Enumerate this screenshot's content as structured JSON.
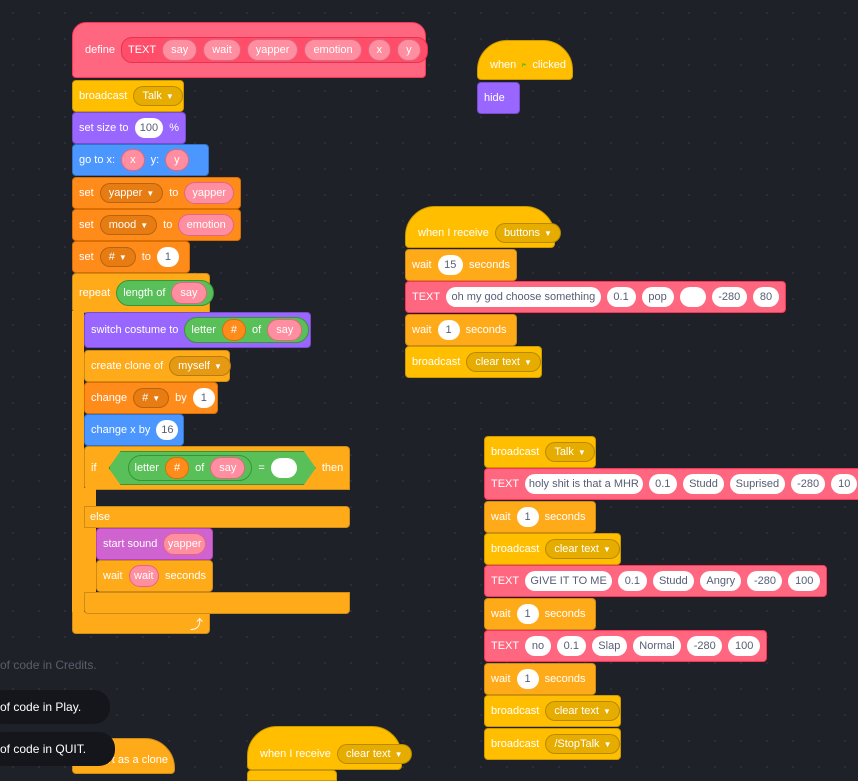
{
  "define": {
    "label": "define",
    "name": "TEXT",
    "args": [
      "say",
      "wait",
      "yapper",
      "emotion",
      "x",
      "y"
    ]
  },
  "main": {
    "broadcast_label": "broadcast",
    "broadcast_value": "Talk",
    "setsize_label": "set size to",
    "setsize_value": "100",
    "setsize_unit": "%",
    "goto_label": "go to x:",
    "goto_x": "x",
    "goto_ylabel": "y:",
    "goto_y": "y",
    "set1_label": "set",
    "set1_var": "yapper",
    "set1_to": "to",
    "set1_value": "yapper",
    "set2_label": "set",
    "set2_var": "mood",
    "set2_to": "to",
    "set2_value": "emotion",
    "set3_label": "set",
    "set3_var": "#",
    "set3_to": "to",
    "set3_value": "1",
    "repeat_label": "repeat",
    "repeat_op": "length of",
    "repeat_arg": "say",
    "switch_label": "switch costume to",
    "switch_op": "letter",
    "switch_idx": "#",
    "switch_of": "of",
    "switch_arg": "say",
    "clone_label": "create clone of",
    "clone_value": "myself",
    "change_label": "change",
    "change_var": "#",
    "change_by": "by",
    "change_value": "1",
    "changex_label": "change x by",
    "changex_value": "16",
    "if_label": "if",
    "if_op": "letter",
    "if_idx": "#",
    "if_of": "of",
    "if_arg": "say",
    "if_eq": "=",
    "if_rhs": "",
    "if_then": "then",
    "else_label": "else",
    "sound_label": "start sound",
    "sound_value": "yapper",
    "wait_label": "wait",
    "wait_value": "wait",
    "wait_unit": "seconds",
    "loop_icon": "loop-arrow-icon"
  },
  "flag_script": {
    "when": "when",
    "clicked": "clicked",
    "hide": "hide",
    "icon": "green-flag-icon"
  },
  "receive_script": {
    "when": "when I receive",
    "msg": "buttons",
    "wait1_label": "wait",
    "wait1_value": "15",
    "wait1_unit": "seconds",
    "text_label": "TEXT",
    "text_args": [
      "oh my god choose something",
      "0.1",
      "pop",
      "",
      "-280",
      "80"
    ],
    "wait2_label": "wait",
    "wait2_value": "1",
    "wait2_unit": "seconds",
    "bc_label": "broadcast",
    "bc_value": "clear text"
  },
  "talk_script": {
    "bc1_label": "broadcast",
    "bc1_value": "Talk",
    "t1_label": "TEXT",
    "t1_args": [
      "holy shit is that a MHR",
      "0.1",
      "Studd",
      "Suprised",
      "-280",
      "10"
    ],
    "w1_label": "wait",
    "w1_value": "1",
    "w1_unit": "seconds",
    "bc2_label": "broadcast",
    "bc2_value": "clear text",
    "t2_label": "TEXT",
    "t2_args": [
      "GIVE IT TO ME",
      "0.1",
      "Studd",
      "Angry",
      "-280",
      "100"
    ],
    "w2_label": "wait",
    "w2_value": "1",
    "w2_unit": "seconds",
    "t3_label": "TEXT",
    "t3_args": [
      "no",
      "0.1",
      "Slap",
      "Normal",
      "-280",
      "100"
    ],
    "w3_label": "wait",
    "w3_value": "1",
    "w3_unit": "seconds",
    "bc3_label": "broadcast",
    "bc3_value": "clear text",
    "bc4_label": "broadcast",
    "bc4_value": "/StopTalk"
  },
  "bottom": {
    "clone_hat": "I start as a clone",
    "receive_label": "when I receive",
    "receive_msg": "clear text"
  },
  "notes": {
    "credits": "of code in Credits.",
    "play": "of code in Play.",
    "quit": "of code in QUIT."
  }
}
